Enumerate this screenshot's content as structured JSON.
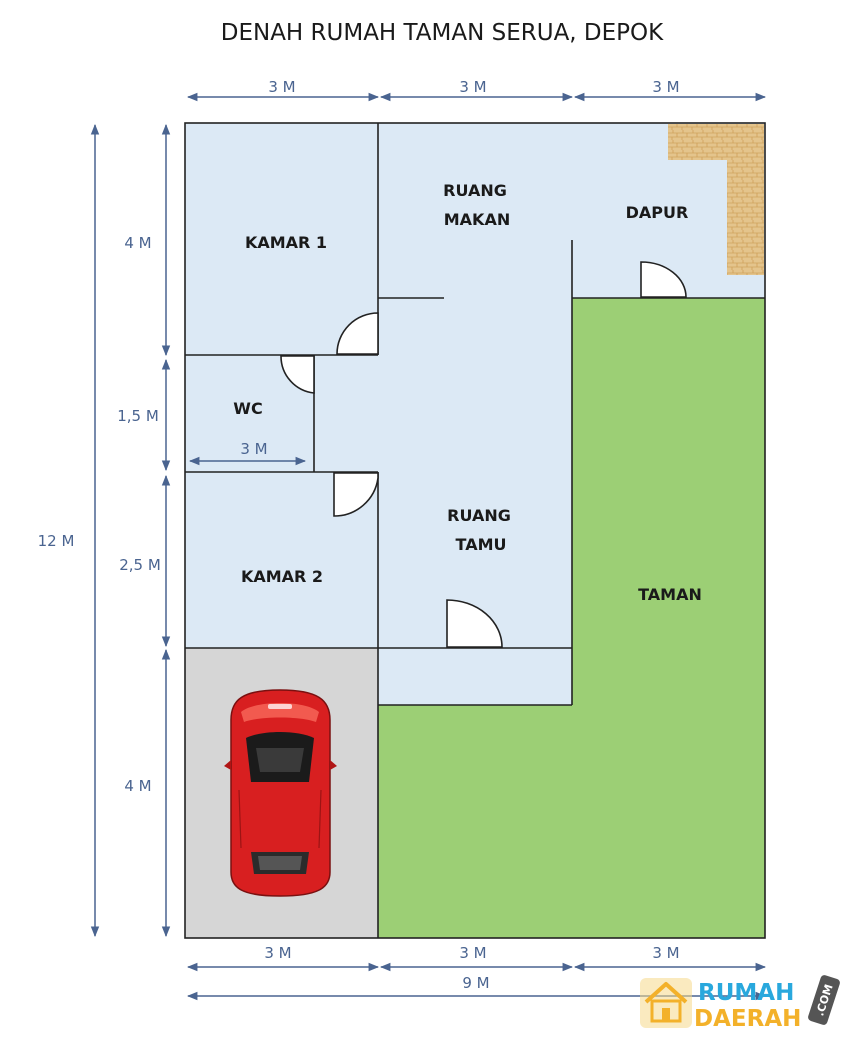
{
  "title": "DENAH RUMAH TAMAN SERUA, DEPOK",
  "colors": {
    "room_fill": "#dce9f5",
    "garden_fill": "#9ccf75",
    "carport_fill": "#d6d6d6",
    "wall": "#222222",
    "dimension": "#4a6490",
    "kitchen_counter": "#e2c287",
    "car_body": "#d81f20"
  },
  "rooms": {
    "kamar1": "KAMAR 1",
    "wc": "WC",
    "ruang_makan_line1": "RUANG",
    "ruang_makan_line2": "MAKAN",
    "dapur": "DAPUR",
    "ruang_tamu_line1": "RUANG",
    "ruang_tamu_line2": "TAMU",
    "kamar2": "KAMAR 2",
    "taman": "TAMAN"
  },
  "dimensions": {
    "top_1": "3 M",
    "top_2": "3 M",
    "top_3": "3 M",
    "bottom_1": "3 M",
    "bottom_2": "3 M",
    "bottom_3": "3 M",
    "total_width": "9 M",
    "total_height": "12 M",
    "left_1": "4 M",
    "left_2": "1,5 M",
    "left_3": "2,5 M",
    "left_4": "4 M",
    "wc_width": "3 M"
  },
  "watermark": {
    "line1": "RUMAH",
    "line2": "DAERAH",
    "badge": ".COM",
    "icon": "house-icon"
  },
  "icons": {
    "car": "car-icon",
    "door": "door-swing-icon"
  }
}
